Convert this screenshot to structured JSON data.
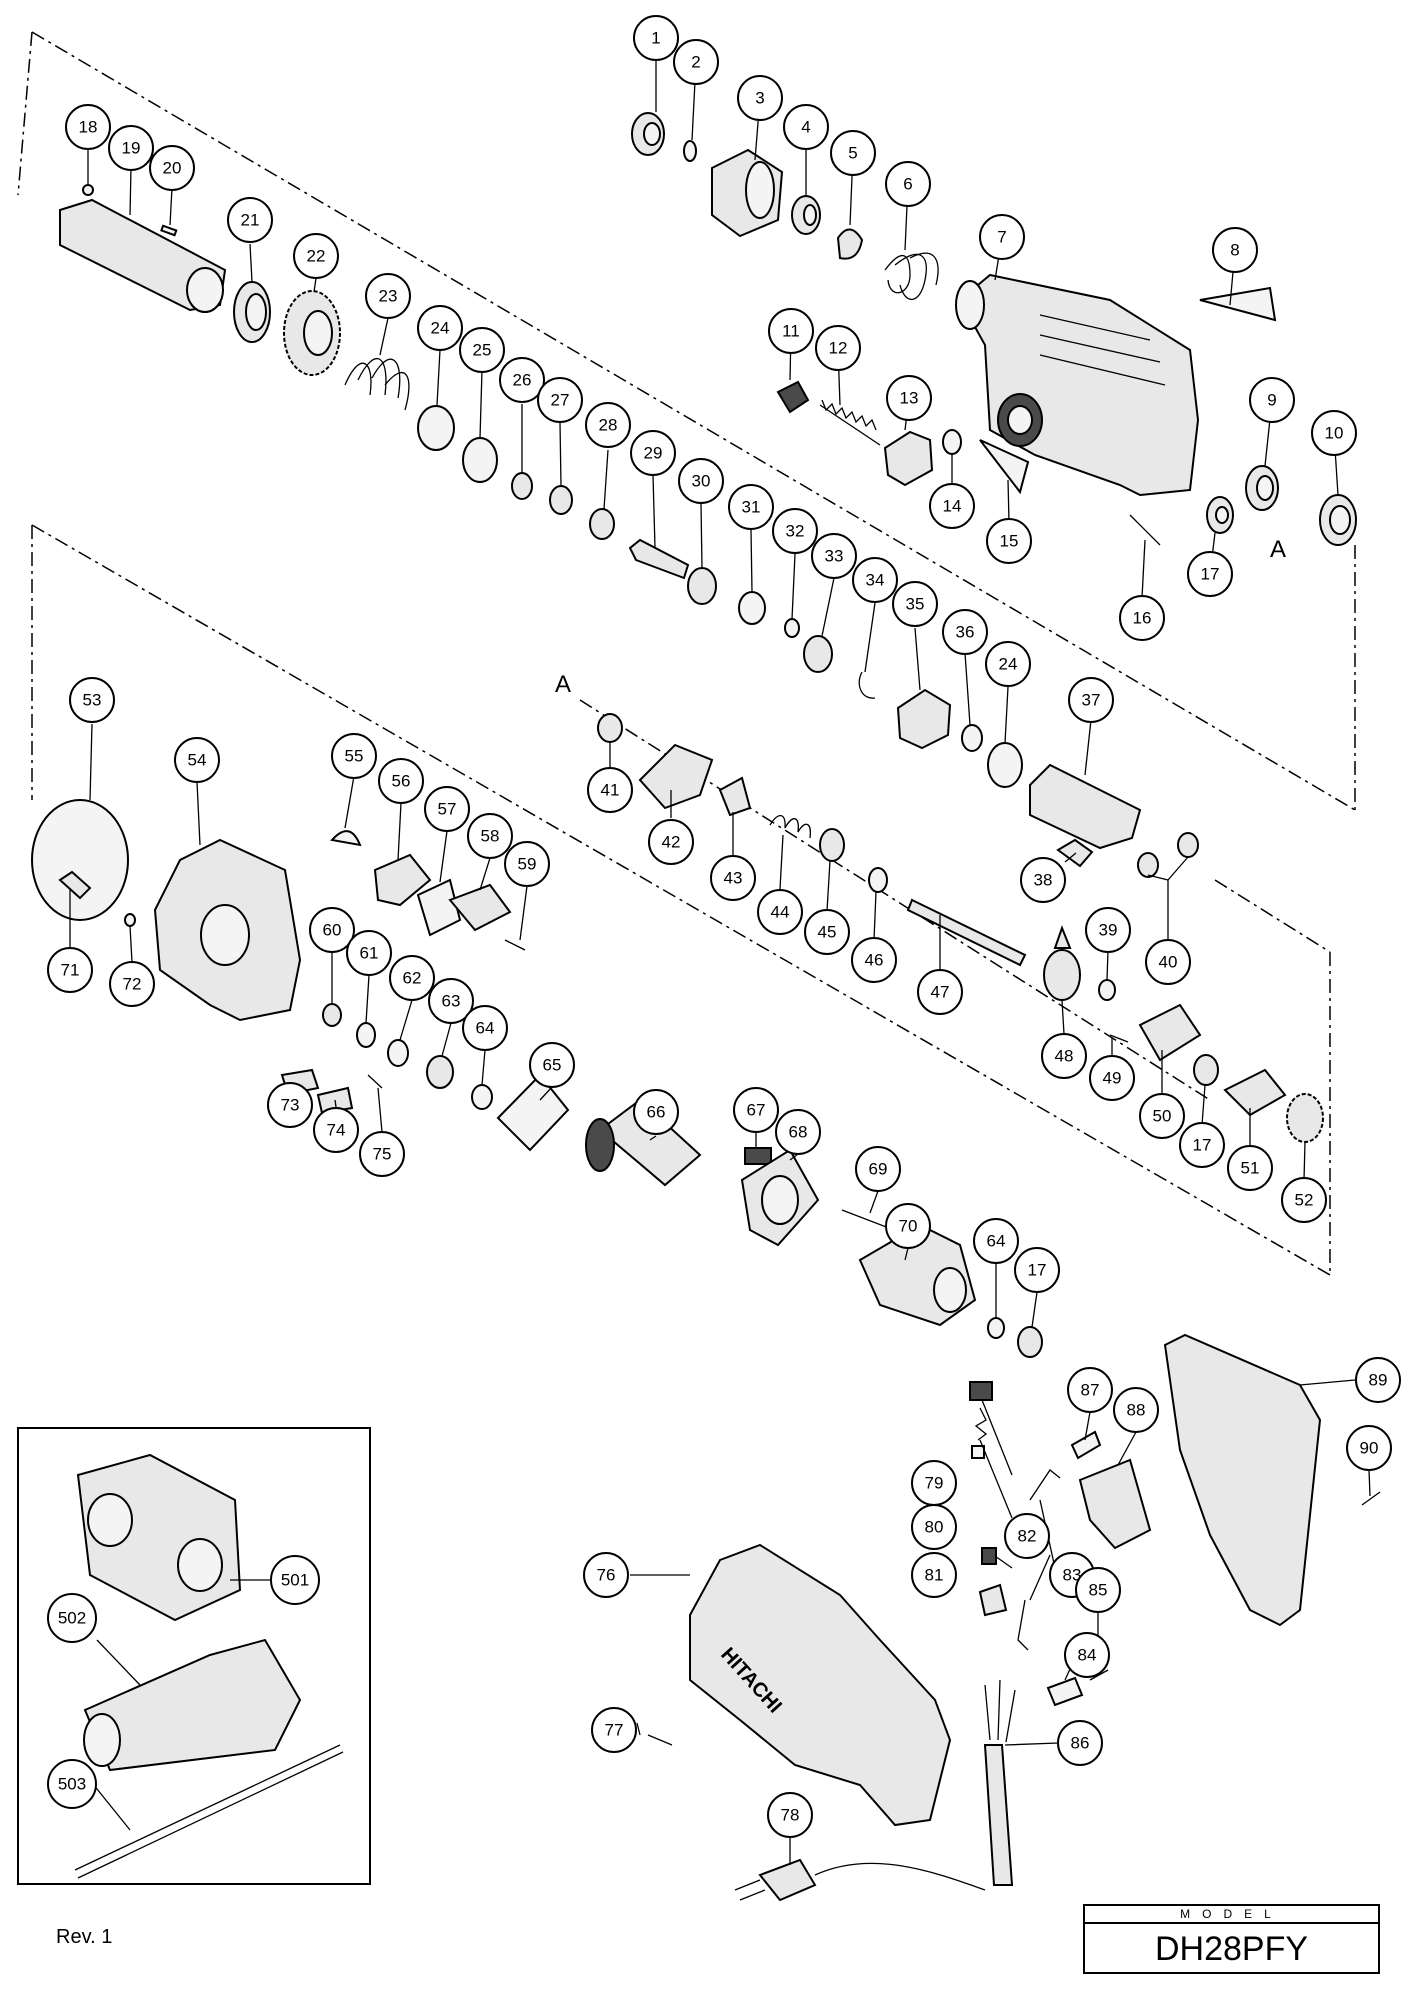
{
  "callouts": [
    {
      "id": "c1",
      "label": "1"
    },
    {
      "id": "c2",
      "label": "2"
    },
    {
      "id": "c3",
      "label": "3"
    },
    {
      "id": "c4",
      "label": "4"
    },
    {
      "id": "c5",
      "label": "5"
    },
    {
      "id": "c6",
      "label": "6"
    },
    {
      "id": "c7",
      "label": "7"
    },
    {
      "id": "c8",
      "label": "8"
    },
    {
      "id": "c9",
      "label": "9"
    },
    {
      "id": "c10",
      "label": "10"
    },
    {
      "id": "c11",
      "label": "11"
    },
    {
      "id": "c12",
      "label": "12"
    },
    {
      "id": "c13",
      "label": "13"
    },
    {
      "id": "c14",
      "label": "14"
    },
    {
      "id": "c15",
      "label": "15"
    },
    {
      "id": "c16",
      "label": "16"
    },
    {
      "id": "c17a",
      "label": "17"
    },
    {
      "id": "c18",
      "label": "18"
    },
    {
      "id": "c19",
      "label": "19"
    },
    {
      "id": "c20",
      "label": "20"
    },
    {
      "id": "c21",
      "label": "21"
    },
    {
      "id": "c22",
      "label": "22"
    },
    {
      "id": "c23",
      "label": "23"
    },
    {
      "id": "c24a",
      "label": "24"
    },
    {
      "id": "c25",
      "label": "25"
    },
    {
      "id": "c26",
      "label": "26"
    },
    {
      "id": "c27",
      "label": "27"
    },
    {
      "id": "c28",
      "label": "28"
    },
    {
      "id": "c29",
      "label": "29"
    },
    {
      "id": "c30",
      "label": "30"
    },
    {
      "id": "c31",
      "label": "31"
    },
    {
      "id": "c32",
      "label": "32"
    },
    {
      "id": "c33",
      "label": "33"
    },
    {
      "id": "c34",
      "label": "34"
    },
    {
      "id": "c35",
      "label": "35"
    },
    {
      "id": "c36",
      "label": "36"
    },
    {
      "id": "c24b",
      "label": "24"
    },
    {
      "id": "c37",
      "label": "37"
    },
    {
      "id": "c38",
      "label": "38"
    },
    {
      "id": "c39",
      "label": "39"
    },
    {
      "id": "c40",
      "label": "40"
    },
    {
      "id": "c41",
      "label": "41"
    },
    {
      "id": "c42",
      "label": "42"
    },
    {
      "id": "c43",
      "label": "43"
    },
    {
      "id": "c44",
      "label": "44"
    },
    {
      "id": "c45",
      "label": "45"
    },
    {
      "id": "c46",
      "label": "46"
    },
    {
      "id": "c47",
      "label": "47"
    },
    {
      "id": "c48",
      "label": "48"
    },
    {
      "id": "c49",
      "label": "49"
    },
    {
      "id": "c50",
      "label": "50"
    },
    {
      "id": "c17b",
      "label": "17"
    },
    {
      "id": "c51",
      "label": "51"
    },
    {
      "id": "c52",
      "label": "52"
    },
    {
      "id": "c53",
      "label": "53"
    },
    {
      "id": "c54",
      "label": "54"
    },
    {
      "id": "c55",
      "label": "55"
    },
    {
      "id": "c56",
      "label": "56"
    },
    {
      "id": "c57",
      "label": "57"
    },
    {
      "id": "c58",
      "label": "58"
    },
    {
      "id": "c59",
      "label": "59"
    },
    {
      "id": "c60",
      "label": "60"
    },
    {
      "id": "c61",
      "label": "61"
    },
    {
      "id": "c62",
      "label": "62"
    },
    {
      "id": "c63",
      "label": "63"
    },
    {
      "id": "c64a",
      "label": "64"
    },
    {
      "id": "c65",
      "label": "65"
    },
    {
      "id": "c66",
      "label": "66"
    },
    {
      "id": "c67",
      "label": "67"
    },
    {
      "id": "c68",
      "label": "68"
    },
    {
      "id": "c69",
      "label": "69"
    },
    {
      "id": "c70",
      "label": "70"
    },
    {
      "id": "c64b",
      "label": "64"
    },
    {
      "id": "c17c",
      "label": "17"
    },
    {
      "id": "c71",
      "label": "71"
    },
    {
      "id": "c72",
      "label": "72"
    },
    {
      "id": "c73",
      "label": "73"
    },
    {
      "id": "c74",
      "label": "74"
    },
    {
      "id": "c75",
      "label": "75"
    },
    {
      "id": "c76",
      "label": "76"
    },
    {
      "id": "c77",
      "label": "77"
    },
    {
      "id": "c78",
      "label": "78"
    },
    {
      "id": "c79",
      "label": "79"
    },
    {
      "id": "c80",
      "label": "80"
    },
    {
      "id": "c81",
      "label": "81"
    },
    {
      "id": "c82",
      "label": "82"
    },
    {
      "id": "c83",
      "label": "83"
    },
    {
      "id": "c84",
      "label": "84"
    },
    {
      "id": "c85",
      "label": "85"
    },
    {
      "id": "c86",
      "label": "86"
    },
    {
      "id": "c87",
      "label": "87"
    },
    {
      "id": "c88",
      "label": "88"
    },
    {
      "id": "c89",
      "label": "89"
    },
    {
      "id": "c90",
      "label": "90"
    },
    {
      "id": "c501",
      "label": "501"
    },
    {
      "id": "c502",
      "label": "502"
    },
    {
      "id": "c503",
      "label": "503"
    }
  ],
  "marker_a": "A",
  "brand_text": "HITACHI",
  "revision": "Rev. 1",
  "model": {
    "label": "MODEL",
    "value": "DH28PFY"
  }
}
